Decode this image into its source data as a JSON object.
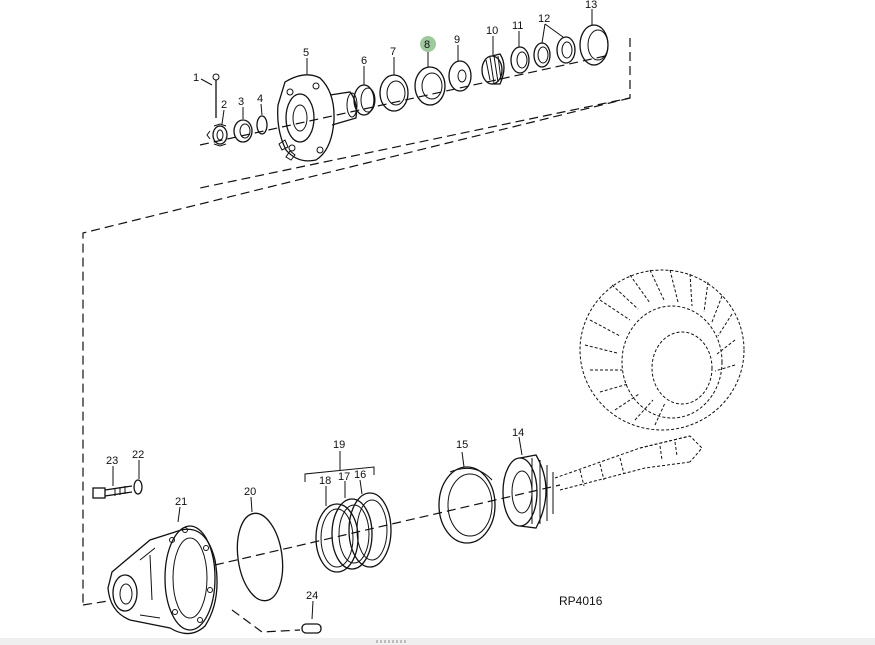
{
  "diagram": {
    "reference_code": "RP4016",
    "highlight_color": "#8cc08c",
    "highlighted_callout": "8",
    "callouts": {
      "c1": "1",
      "c2": "2",
      "c3": "3",
      "c4": "4",
      "c5": "5",
      "c6": "6",
      "c7": "7",
      "c8": "8",
      "c9": "9",
      "c10": "10",
      "c11": "11",
      "c12": "12",
      "c13": "13",
      "c14": "14",
      "c15": "15",
      "c16": "16",
      "c17": "17",
      "c18": "18",
      "c19": "19",
      "c20": "20",
      "c21": "21",
      "c22": "22",
      "c23": "23",
      "c24": "24"
    }
  }
}
